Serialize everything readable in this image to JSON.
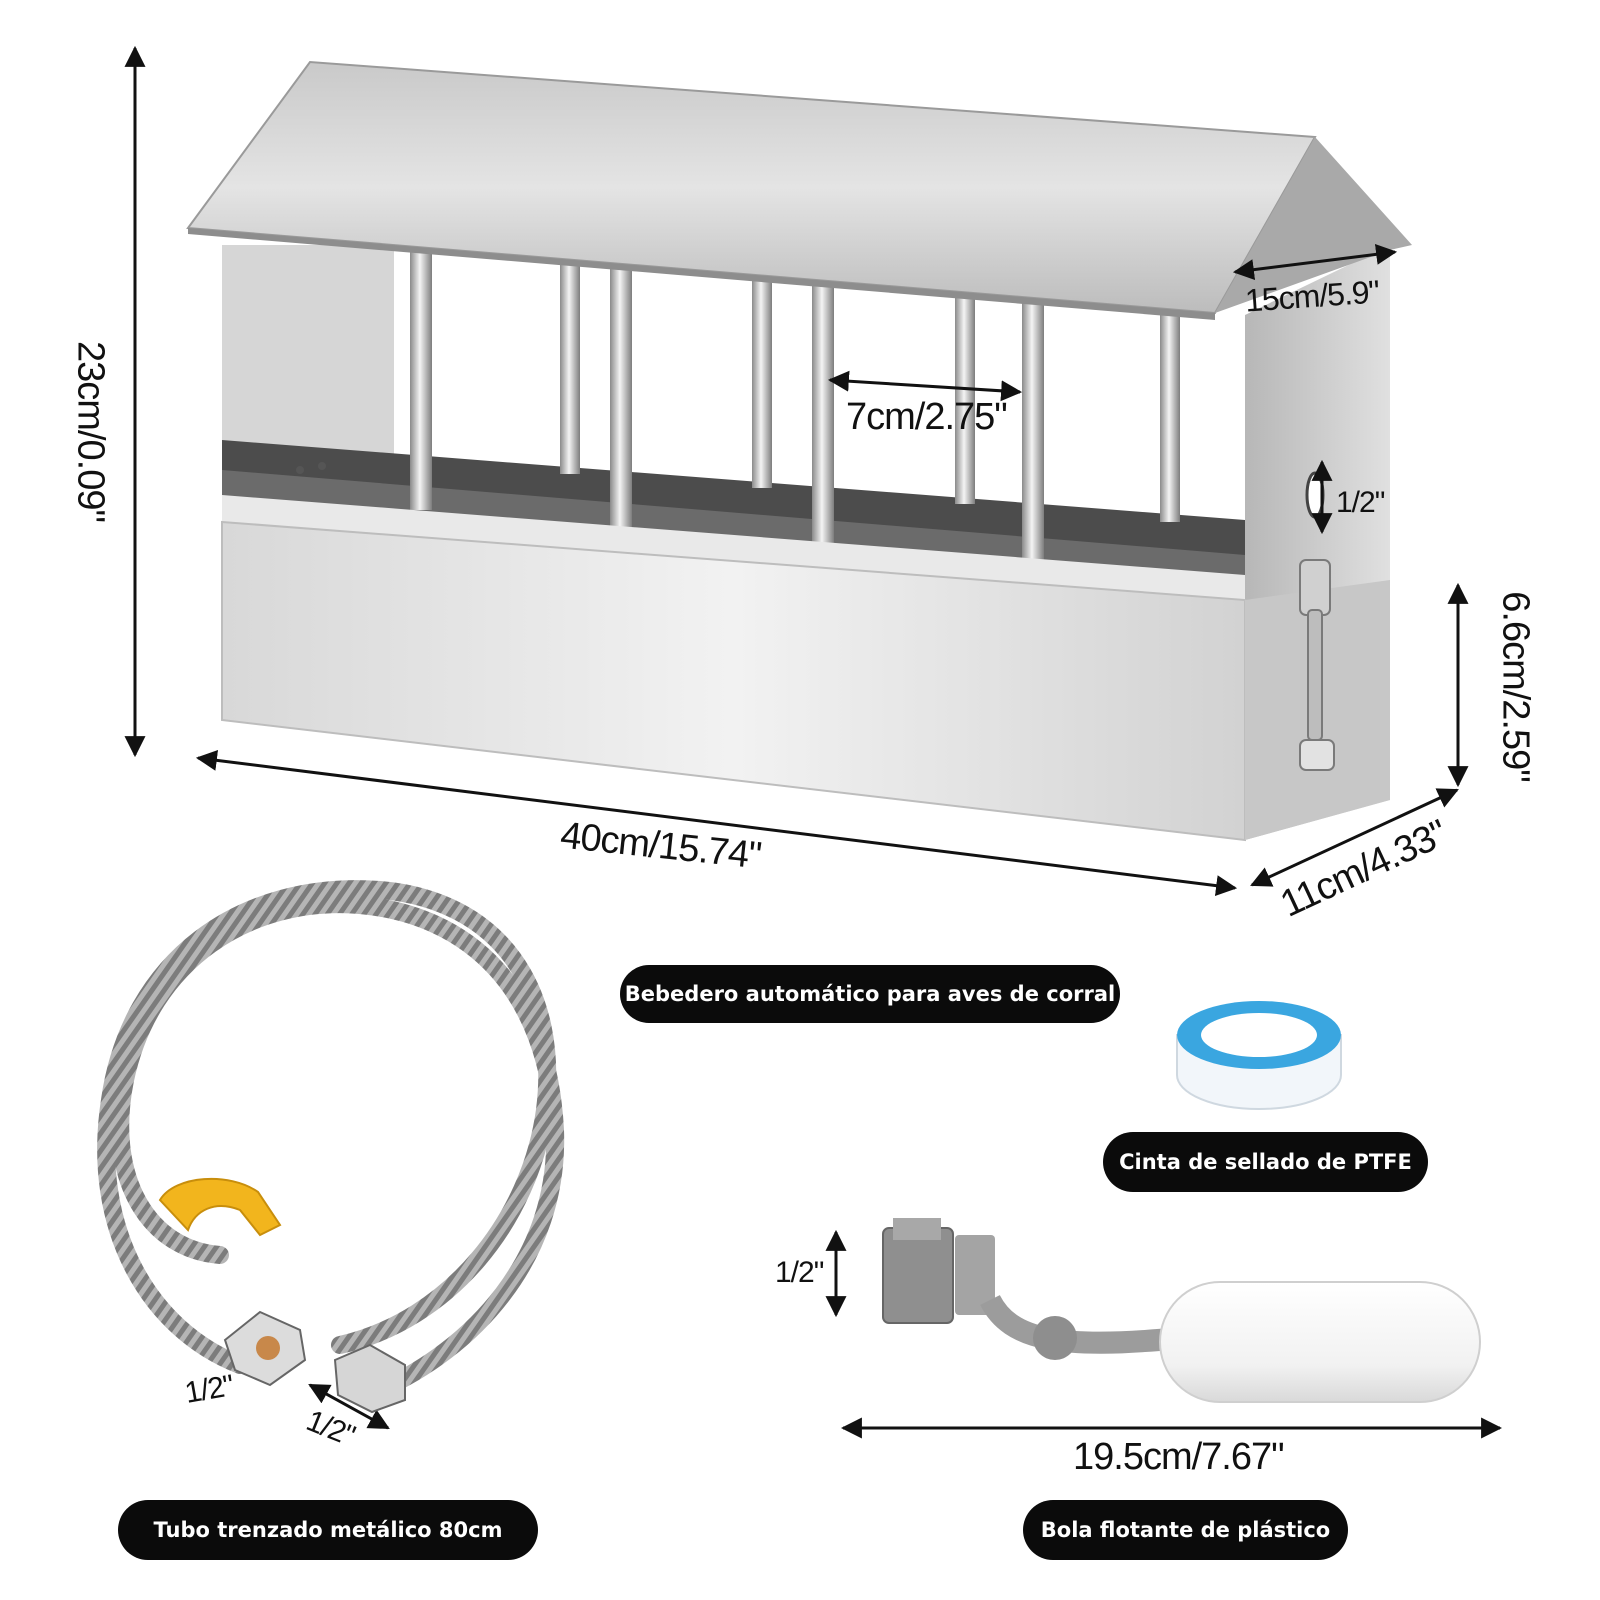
{
  "dimensions": {
    "height": "23cm/0.09\"",
    "length": "40cm/15.74\"",
    "depth": "11cm/4.33\"",
    "roof_width": "15cm/5.9\"",
    "bar_gap": "7cm/2.75\"",
    "hole": "1/2\"",
    "tray_height": "6.6cm/2.59\"",
    "hose_end_a": "1/2\"",
    "hose_end_b": "1/2\"",
    "valve_thread": "1/2\"",
    "float_length": "19.5cm/7.67\""
  },
  "labels": {
    "drinker": "Bebedero automático para aves de corral",
    "tape": "Cinta de sellado de PTFE",
    "hose": "Tubo trenzado metálico 80cm",
    "float": "Bola flotante de plástico"
  },
  "colors": {
    "steel_light": "#e6e6e6",
    "steel_dark": "#9a9a9a",
    "tape_blue": "#3aa6e0",
    "hose_clip": "#f2b51d",
    "valve_grey": "#9c9c9c",
    "float_white": "#f7f7f7",
    "pill_bg": "#0b0b0b"
  }
}
